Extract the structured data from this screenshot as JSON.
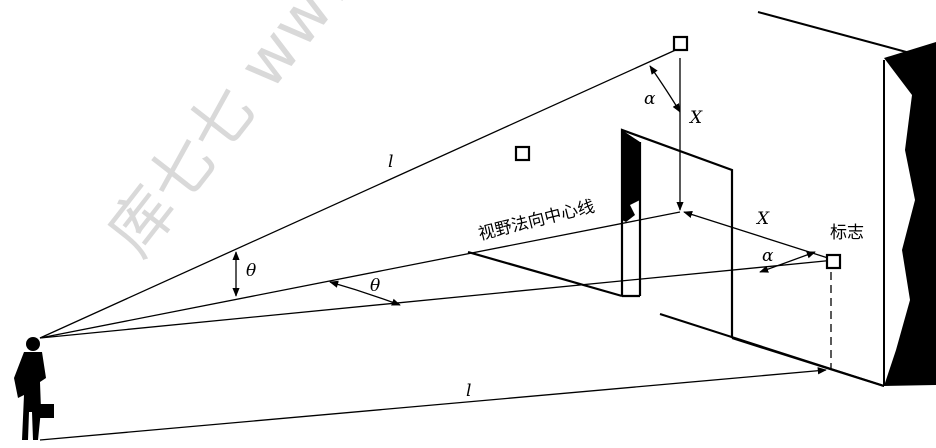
{
  "watermark": "库七七 www.",
  "labels": {
    "alpha_top": "α",
    "x_top": "X",
    "l_top": "l",
    "theta_left": "θ",
    "theta_mid": "θ",
    "x_right": "X",
    "alpha_right": "α",
    "sign_label": "标志",
    "center_line_label": "视野法向中心线",
    "l_bottom": "l"
  },
  "colors": {
    "line": "#000000",
    "watermark": "#d9d9d9"
  }
}
